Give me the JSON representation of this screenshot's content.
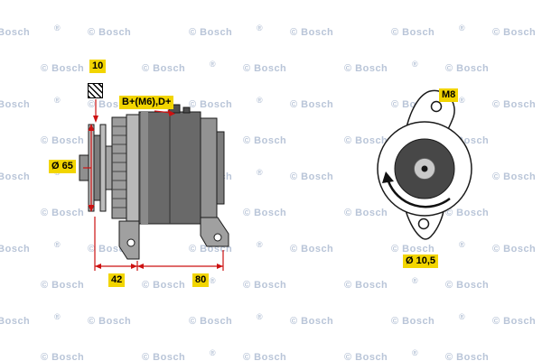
{
  "diagram": {
    "type": "technical-drawing",
    "subject": "alternator",
    "brand_watermark": {
      "text": "© Bosch",
      "registered": "®"
    },
    "annotations": {
      "shaft_dim": "10",
      "terminals": "B+(M6),D+",
      "pulley_diameter": "Ø 65",
      "length_front": "42",
      "length_body": "80",
      "mount_thread": "M8",
      "mount_hole_diameter": "Ø 10,5"
    },
    "colors": {
      "label_bg": "#f2d500",
      "label_text": "#000000",
      "dimension_line": "#cc1111",
      "drawing_line": "#1a1a1a",
      "watermark": "#b9c5d8",
      "background": "#ffffff"
    }
  }
}
